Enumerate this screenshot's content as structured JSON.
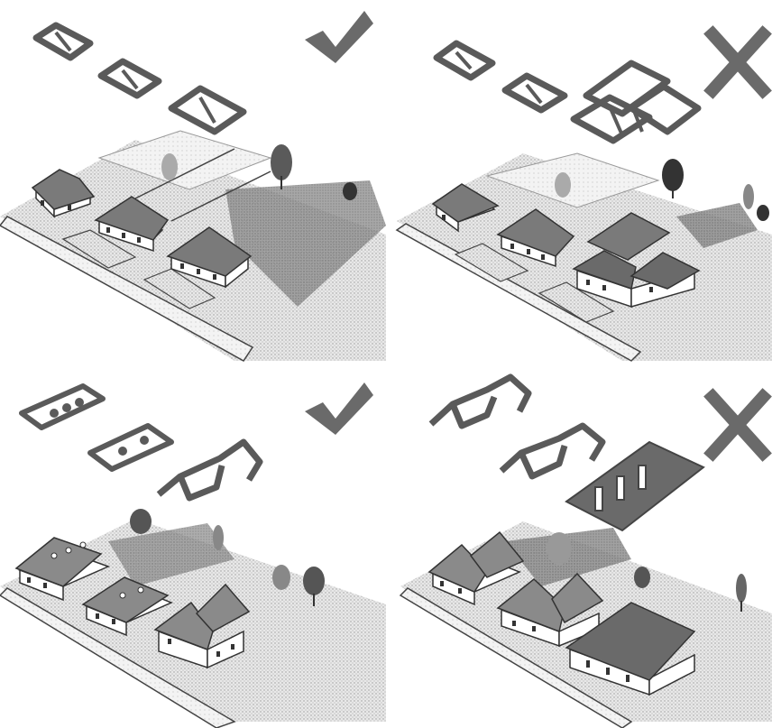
{
  "figure": {
    "panels": [
      {
        "id": "top-left",
        "verdict": "check",
        "roof_shapes": [
          "hip",
          "hip",
          "hip"
        ],
        "houses": 3
      },
      {
        "id": "top-right",
        "verdict": "cross",
        "roof_shapes": [
          "hip",
          "hip",
          "complex-hip"
        ],
        "houses": 3
      },
      {
        "id": "bottom-left",
        "verdict": "check",
        "roof_shapes": [
          "gable-dormers",
          "gable-dormers",
          "cross-gable"
        ],
        "houses": 3
      },
      {
        "id": "bottom-right",
        "verdict": "cross",
        "roof_shapes": [
          "cross-gable",
          "cross-gable",
          "long-gable"
        ],
        "houses": 3
      }
    ],
    "colors": {
      "ink": "#333333",
      "roof": "#6e6e6e",
      "shade": "#9a9a9a",
      "lawn": "#d8d8d8",
      "check": "#6a6a6a",
      "cross": "#6a6a6a"
    }
  }
}
